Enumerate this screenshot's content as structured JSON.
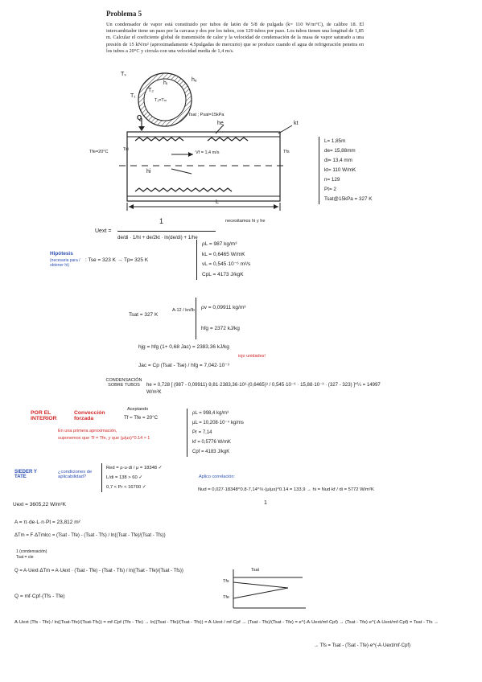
{
  "problem": {
    "title": "Problema 5",
    "statement": "Un condensador de vapor está constituido por tubos de latón de 5/8 de pulgada (k= 110 W/m°C), de calibre 18. El intercambiador tiene un paso por la carcasa y dos por los tubos, con 129 tubos por paso. Los tubos tienen una longitud de 1,85 m. Calcular el coeficiente global de transmisión de calor y la velocidad de condensación de la masa de vapor saturado a una presión de 15 kN/m² (aproximadamente 4.5pulgadas de mercurio) que se produce cuando el agua de refrigeración penetra en los tubos a 20°C y circula con una velocidad media de 1,4 m/s."
  },
  "tube_sketch": {
    "ts": "Tₛ",
    "he": "hₑ",
    "hi": "hᵢ",
    "t2": "T₂",
    "t1": "T₁",
    "tm": "T₁=Tₘ"
  },
  "hx_sketch": {
    "q": "Q",
    "he": "he",
    "kt": "kt",
    "tsat_note": "Tsat ; Psat=15kPa",
    "tfe": "Tfe=20°C",
    "tsi": "Tsi",
    "tfs": "Tfs",
    "vf": "Vf = 1,4 m/s",
    "hi": "hi",
    "l": "L"
  },
  "data_list": [
    "L= 1,85m",
    "de= 15,88mm",
    "di= 13,4 mm",
    "kt= 110 W/mK",
    "n= 129",
    "Pt= 2",
    "Tsat@15kPa = 327 K"
  ],
  "uext": {
    "lhs": "Uext =",
    "num": "1",
    "den": "de/di · 1/hi + de/2kt · ln(de/di) + 1/he",
    "note": "necesitamos hi y he"
  },
  "hipotesis": {
    "label": "Hipótesis",
    "sub": "(necesaria para / obtener hi)",
    "tse": ": Tse = 323 K → Tp= 325 K",
    "props": [
      "ρL = 987 kg/m³",
      "kL = 0,6465 W/mK",
      "νL = 0,545·10⁻⁶ m²/s",
      "CpL = 4173 J/kgK"
    ]
  },
  "tsat_block": {
    "lhs": "Tsat = 327 K",
    "arrow": "A-12 / kn/lb",
    "props": [
      "ρv = 0,09911 kg/m³",
      "hfg = 2372 kJ/kg"
    ]
  },
  "hfg_eq": {
    "line1": "hjg = hfg (1+ 0,68 Jac) = 2383,36 kJ/kg",
    "line2": "Jac = Cp (Tsat - Tse) / hfg = 7,042·10⁻³",
    "ojo": "iojo unidades!"
  },
  "he_eq": {
    "label": "CONDENSACIÓN SOBRE TUBOS",
    "body": "he = 0,728 [ (987 - 0,09911)·9,81·2383,36·10³·(0,6465)³ / 0,545·10⁻⁶ · 15,88·10⁻³ · (327 - 323) ]^¼ = 14997 W/m²K"
  },
  "interior": {
    "label": "POR EL INTERIOR",
    "forced": "Convección forzada",
    "hint1": "En una primera aproximación,",
    "hint2": "suponemos que Tf = Tfe, y que (μ/μs)^0.14 ≈ 1",
    "aceptando": "Aceptando",
    "tf": "Tf ≈ Tfe = 20°C",
    "props": [
      "ρL = 998,4 kg/m³",
      "μL = 10,208·10⁻⁴ kg/ms",
      "Pr = 7,14",
      "kf = 0,5776 W/mK",
      "Cpf = 4183 J/kgK"
    ]
  },
  "sieder": {
    "label": "SIEDER Y TATE",
    "question": "¿condiciones de aplicabilidad?",
    "checks": [
      "Red = ρ·u·di / μ = 18348 ✓",
      "L/di = 138 > 60 ✓",
      "0,7 < Pr < 16700 ✓"
    ],
    "applying": "Aplico correlación:",
    "nu": "Nud = 0,027·18348^0.8·7,14^⅓·(μ/μs)^0.14 = 133,9 → hi = Nud·kf / di = 5772 W/m²K",
    "one": "1"
  },
  "results": {
    "uext": "Uext = 3605,22 W/m²K",
    "area": "A = π·de·L·n·Pt = 23,812 m²",
    "dtm": "ΔTm = F·ΔTmlcc = (Tsat - Tfe) - (Tsat - Tfs) / ln((Tsat - Tfe)/(Tsat - Tfs))",
    "dtm_note": "1 (condensación)",
    "dtm_note2": "Tsat = cte",
    "q": "Q = A·Uext·ΔTm = A·Uext · (Tsat - Tfe) - (Tsat - Tfs) / ln((Tsat - Tfe)/(Tsat - Tfs))",
    "q2": "Q = mf·Cpf·(Tfs - Tfe)",
    "final1": "A·Uext (Tfs - Tfe) / ln((Tsat-Tfe)/(Tsat-Tfs)) = mf·Cpf·(Tfs - Tfe) → ln((Tsat - Tfe)/(Tsat - Tfs)) = A·Uext / mf·Cpf → (Tsat - Tfs)/(Tsat - Tfe) = e^(-A·Uext/mf·Cpf) → (Tsat - Tfe)·e^(-A·Uext/mf·Cpf) = Tsat - Tfs →",
    "final2": "→ Tfs = Tsat - (Tsat - Tfe)·e^(-A·Uext/mf·Cpf)"
  },
  "profile": {
    "tsat": "Tsat",
    "tfs": "Tfs",
    "tfe": "Tfe"
  }
}
